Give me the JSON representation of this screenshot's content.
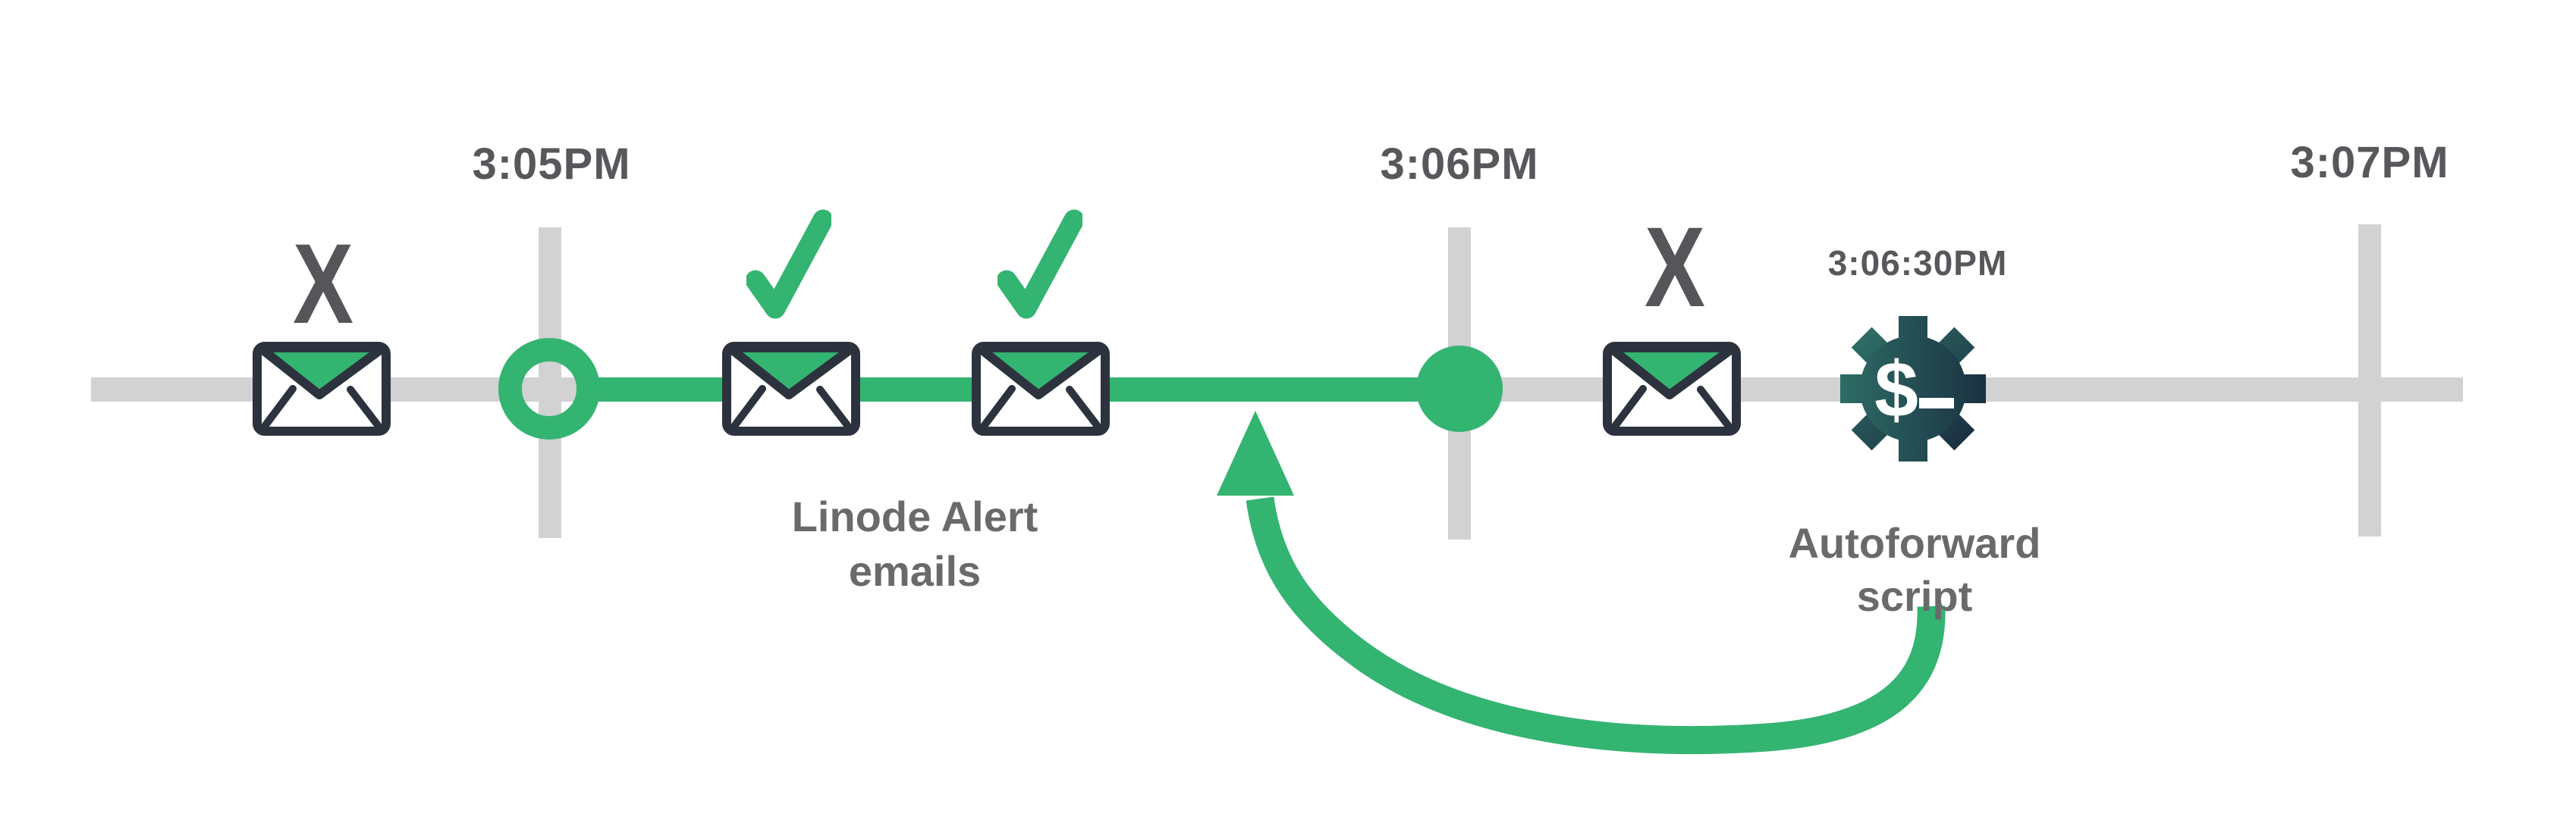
{
  "colors": {
    "accent_green": "#34b471",
    "track_gray": "#d2d2d2",
    "time_text": "#57585b",
    "caption_text": "#696a6c",
    "x_mark": "#54565a",
    "envelope_outline": "#2c333e",
    "gear_gradient_left": "#2d6b64",
    "gear_gradient_right": "#1b3142"
  },
  "time_marks": [
    {
      "label": "3:05PM"
    },
    {
      "label": "3:06PM"
    },
    {
      "label": "3:07PM"
    }
  ],
  "events": {
    "missed_email_before": {
      "mark": "X",
      "icon": "envelope-icon"
    },
    "alert_email_1": {
      "mark": "check",
      "icon": "envelope-icon"
    },
    "alert_email_2": {
      "mark": "check",
      "icon": "envelope-icon"
    },
    "missed_email_after": {
      "mark": "X",
      "icon": "envelope-icon"
    },
    "autoforward_run": {
      "time": "3:06:30PM",
      "icon": "gear-script-icon",
      "prompt_symbol": "$",
      "cursor_symbol": "_"
    }
  },
  "captions": {
    "alert_emails": {
      "line1": "Linode Alert",
      "line2": "emails"
    },
    "autoforward": {
      "line1": "Autoforward",
      "line2": "script"
    }
  }
}
